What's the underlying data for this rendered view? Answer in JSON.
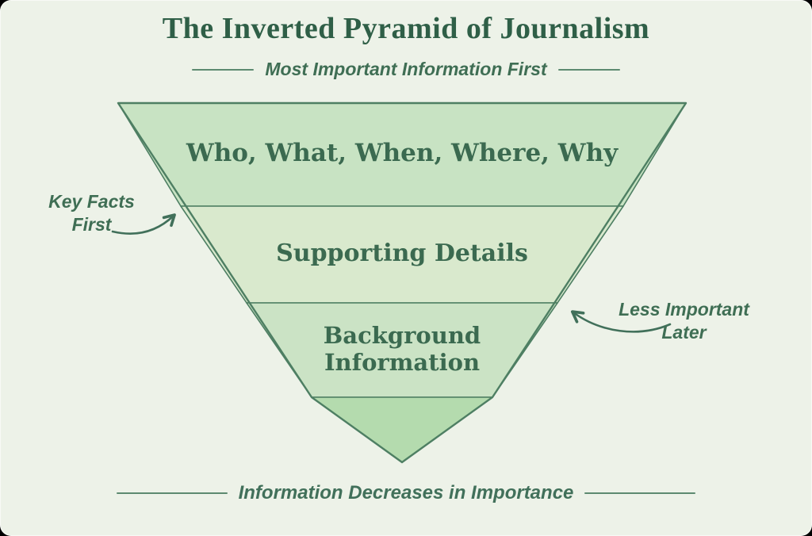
{
  "title": "The Inverted Pyramid of Journalism",
  "captions": {
    "top": "Most Important Information First",
    "bottom": "Information Decreases in Importance"
  },
  "pyramid": {
    "levels": [
      {
        "label": "Who, What, When, Where, Why"
      },
      {
        "label": "Supporting Details"
      },
      {
        "label": "Background Information"
      },
      {
        "label": ""
      }
    ]
  },
  "annotations": {
    "left": {
      "line1": "Key Facts",
      "line2": "First"
    },
    "right": {
      "line1": "Less Important",
      "line2": "Later"
    }
  },
  "colors": {
    "background": "#edf2e8",
    "level1_fill": "#c8e3c3",
    "level2_fill": "#d9e9cd",
    "level3_fill": "#cbe3c5",
    "tip_fill": "#b4dbae",
    "outline": "#4e7f63",
    "label_text": "#3b6a50",
    "title_text": "#2f5f47"
  }
}
